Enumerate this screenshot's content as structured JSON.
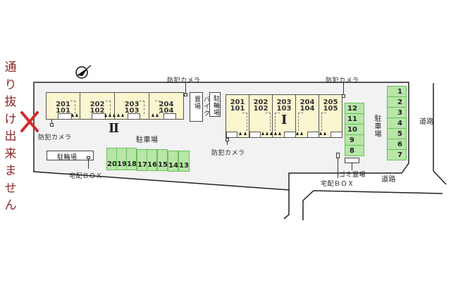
{
  "notice": {
    "chars": [
      "通",
      "り",
      "抜",
      "け",
      "出",
      "来",
      "ま",
      "せ",
      "ん"
    ],
    "text": "通り抜け出来ません",
    "x_mark": "✕",
    "color": "#8b2a2a",
    "x_color": "#d42a2a"
  },
  "compass": {
    "icon": "north-arrow-icon"
  },
  "building_II": {
    "label": "Ⅱ",
    "units": [
      {
        "upper": "201",
        "lower": "101"
      },
      {
        "upper": "202",
        "lower": "102"
      },
      {
        "upper": "203",
        "lower": "103"
      },
      {
        "upper": "204",
        "lower": "104"
      }
    ]
  },
  "building_I": {
    "label": "Ⅰ",
    "units": [
      {
        "upper": "201",
        "lower": "101"
      },
      {
        "upper": "202",
        "lower": "102"
      },
      {
        "upper": "203",
        "lower": "103"
      },
      {
        "upper": "204",
        "lower": "104"
      },
      {
        "upper": "205",
        "lower": "105"
      }
    ]
  },
  "labels": {
    "camera": "防犯カメラ",
    "parking": "駐車場",
    "bicycle_parking": "駐輪場",
    "bike_parking": "バイク置場",
    "delivery_box": "宅配ＢＯＸ",
    "garbage": "ゴミ置場",
    "road": "道路"
  },
  "parking_stalls": {
    "right_column": [
      "1",
      "2",
      "3",
      "4",
      "5",
      "6",
      "7"
    ],
    "middle_column": [
      "12",
      "11",
      "10",
      "9",
      "8"
    ],
    "bottom_row": [
      "20",
      "19",
      "18",
      "17",
      "16",
      "15",
      "14",
      "13"
    ]
  },
  "colors": {
    "unit_fill": "#fbf6d0",
    "stall_fill": "#b7e6a8",
    "stall_border": "#6bbf5a",
    "site_fill": "#f2f2f2"
  }
}
